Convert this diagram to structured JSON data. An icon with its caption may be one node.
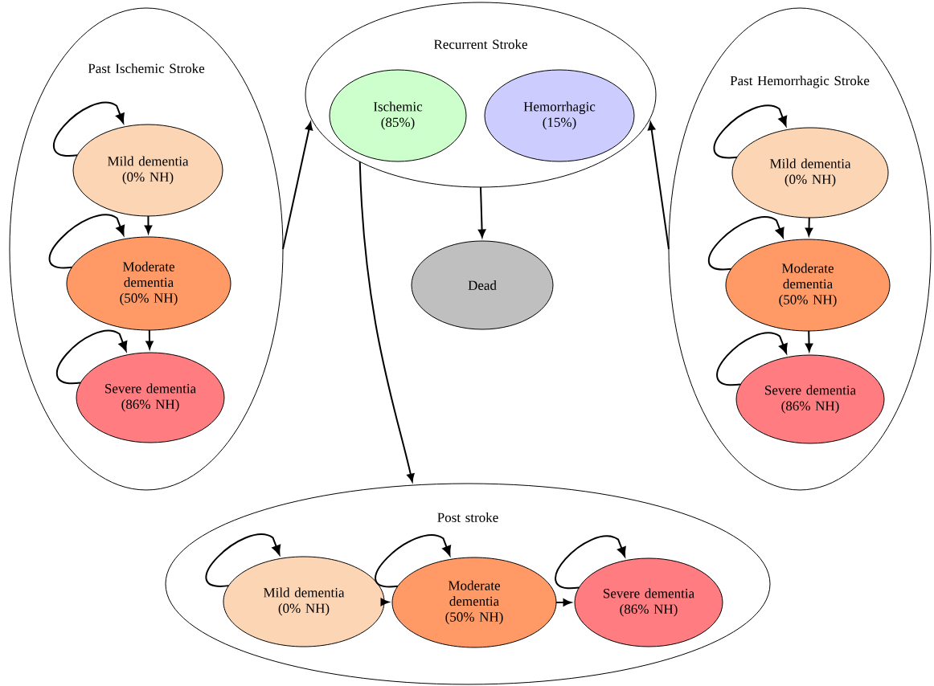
{
  "diagram": {
    "nodes": [
      {
        "text": [
          "Past Ischemic Stroke"
        ]
      },
      {
        "text": [
          "Mild dementia (0% NH)"
        ],
        "in": 0
      },
      {
        "text": [
          "Moderate dementia (50% NH)"
        ],
        "in": 0
      },
      {
        "text": [
          "Severe dementia (86% NH)"
        ],
        "in": 0
      },
      {
        "text": [
          "Recurrent Stroke"
        ]
      },
      {
        "text": [
          "Ischemic (85%)"
        ],
        "in": 4
      },
      {
        "text": [
          "Hemorrhagic (15%)"
        ],
        "in": 4
      },
      {
        "text": [
          "Past Hemorrhagic Stroke"
        ]
      },
      {
        "text": [
          "Mild dementia (0% NH)"
        ],
        "in": 7
      },
      {
        "text": [
          "Moderate dementia (50% NH)"
        ],
        "in": 7
      },
      {
        "text": [
          "Severe dementia (86% NH)"
        ],
        "in": 7
      },
      {
        "text": [
          "Dead"
        ]
      },
      {
        "text": [
          "Post stroke"
        ]
      },
      {
        "text": [
          "Mild dementia (0% NH)"
        ],
        "in": 12
      },
      {
        "text": [
          "Moderate dementia (50% NH)"
        ],
        "in": 12
      },
      {
        "text": [
          "Severe dementia (86% NH)"
        ],
        "in": 12
      }
    ],
    "edges": [
      {
        "from": 1,
        "to": 1,
        "arrow": "to"
      },
      {
        "from": 2,
        "to": 2,
        "arrow": "to"
      },
      {
        "from": 3,
        "to": 3,
        "arrow": "to"
      },
      {
        "from": 1,
        "to": 2,
        "arrow": "to"
      },
      {
        "from": 2,
        "to": 3,
        "arrow": "to"
      },
      {
        "from": 8,
        "to": 8,
        "arrow": "to"
      },
      {
        "from": 9,
        "to": 9,
        "arrow": "to"
      },
      {
        "from": 10,
        "to": 10,
        "arrow": "to"
      },
      {
        "from": 8,
        "to": 9,
        "arrow": "to"
      },
      {
        "from": 9,
        "to": 10,
        "arrow": "to"
      },
      {
        "from": 0,
        "to": 4,
        "arrow": "to"
      },
      {
        "from": 7,
        "to": 4,
        "arrow": "to"
      },
      {
        "from": 4,
        "to": 11,
        "arrow": "to"
      },
      {
        "from": 4,
        "to": 12,
        "arrow": "to"
      },
      {
        "from": 13,
        "to": 13,
        "arrow": "to"
      },
      {
        "from": 14,
        "to": 14,
        "arrow": "to"
      },
      {
        "from": 15,
        "to": 15,
        "arrow": "to"
      },
      {
        "from": 13,
        "to": 14,
        "arrow": "to"
      },
      {
        "from": 14,
        "to": 15,
        "arrow": "to"
      }
    ]
  }
}
